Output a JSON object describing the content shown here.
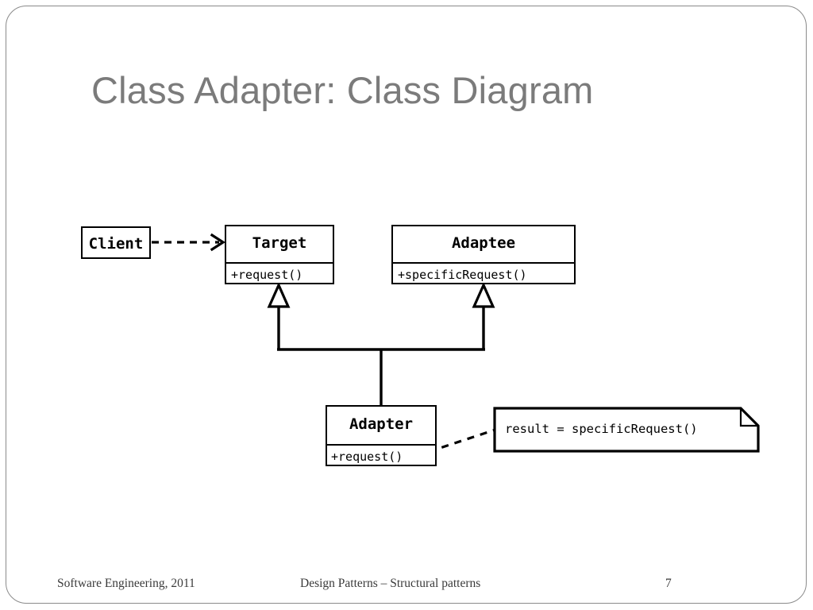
{
  "slide": {
    "title": "Class Adapter: Class Diagram",
    "title_color": "#7b7b7b",
    "background": "#ffffff",
    "border_color": "#8a8a8a"
  },
  "diagram": {
    "type": "uml-class-diagram",
    "line_color": "#000000",
    "classes": [
      {
        "id": "client",
        "name": "Client",
        "operations": []
      },
      {
        "id": "target",
        "name": "Target",
        "operations": [
          "+request()"
        ]
      },
      {
        "id": "adaptee",
        "name": "Adaptee",
        "operations": [
          "+specificRequest()"
        ]
      },
      {
        "id": "adapter",
        "name": "Adapter",
        "operations": [
          "+request()"
        ]
      }
    ],
    "note": {
      "text": "result = specificRequest()"
    },
    "relationships": [
      {
        "type": "dependency",
        "from": "client",
        "to": "target",
        "style": "dashed-open-arrow"
      },
      {
        "type": "generalization",
        "from": "adapter",
        "to": "target",
        "style": "solid-hollow-triangle"
      },
      {
        "type": "generalization",
        "from": "adapter",
        "to": "adaptee",
        "style": "solid-hollow-triangle"
      },
      {
        "type": "note-link",
        "from": "adapter",
        "to": "note",
        "style": "dashed"
      }
    ]
  },
  "footer": {
    "left": "Software Engineering, 2011",
    "center": "Design Patterns – Structural patterns",
    "page": "7"
  }
}
